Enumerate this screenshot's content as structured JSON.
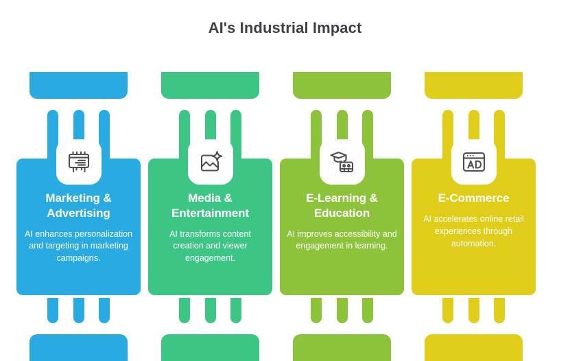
{
  "page": {
    "title": "AI's Industrial Impact",
    "title_color": "#3f4043",
    "background": "#ffffff"
  },
  "columns": [
    {
      "id": "marketing-advertising",
      "heading": "Marketing & Advertising",
      "description": "AI enhances personalization and targeting in marketing campaigns.",
      "color": "#29ABE2",
      "icon": "billboard-sign-icon",
      "icon_color": "#4d4d4d"
    },
    {
      "id": "media-entertainment",
      "heading": "Media & Entertainment",
      "description": "AI transforms content creation and viewer engagement.",
      "color": "#3DC586",
      "icon": "image-sparkle-icon",
      "icon_color": "#4d4d4d"
    },
    {
      "id": "elearning-education",
      "heading": "E-Learning & Education",
      "description": "AI improves accessibility and engagement in learning.",
      "color": "#8DC23B",
      "icon": "graduation-robot-icon",
      "icon_color": "#4d4d4d"
    },
    {
      "id": "e-commerce",
      "heading": "E-Commerce",
      "description": "AI accelerates online retail experiences through automation.",
      "color": "#DFCD1A",
      "icon": "browser-ad-icon",
      "icon_color": "#4d4d4d"
    }
  ]
}
